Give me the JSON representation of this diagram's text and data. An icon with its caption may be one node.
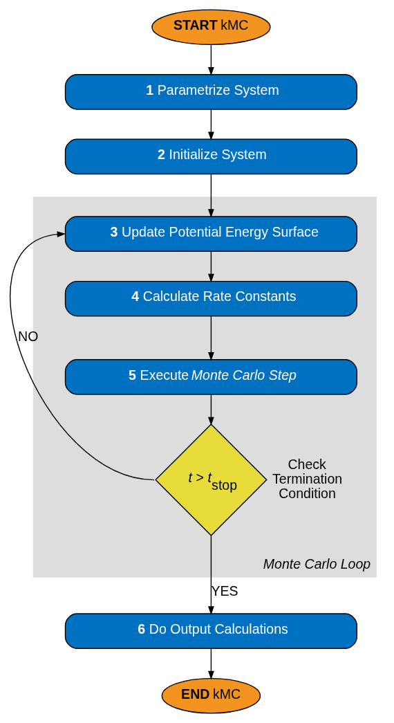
{
  "diagram": {
    "nodes": [
      {
        "text": [
          "**START** kMC"
        ]
      },
      {
        "text": [
          "**1** Parametrize System"
        ]
      },
      {
        "text": [
          "**2** Initialize System"
        ]
      },
      {
        "text": [
          "Monte Carlo Loop"
        ]
      },
      {
        "text": [
          "**3** Update Potential Energy Surface"
        ],
        "in": 3
      },
      {
        "text": [
          "**4** Calculate Rate Constants"
        ],
        "in": 3
      },
      {
        "text": [
          "**5** Execute *Monte Carlo Step*"
        ],
        "in": 3
      },
      {
        "text": [
          "*t* > *t*$_{stop}$"
        ],
        "in": 3,
        "beside": [
          "Check Termination Condition"
        ]
      },
      {
        "text": [
          "**6** Do Output Calculations"
        ]
      },
      {
        "text": [
          "**END** kMC"
        ]
      }
    ],
    "edges": [
      {
        "from": 0,
        "to": 1,
        "arrow": "to"
      },
      {
        "from": 1,
        "to": 2,
        "arrow": "to"
      },
      {
        "from": 2,
        "to": 4,
        "arrow": "to"
      },
      {
        "from": 4,
        "to": 5,
        "arrow": "to"
      },
      {
        "from": 5,
        "to": 6,
        "arrow": "to"
      },
      {
        "from": 6,
        "to": 7,
        "arrow": "to"
      },
      {
        "from": 7,
        "to": 4,
        "arrow": "to",
        "label": "NO"
      },
      {
        "from": 7,
        "to": 8,
        "arrow": "to",
        "label": "YES"
      },
      {
        "from": 8,
        "to": 9,
        "arrow": "to"
      }
    ]
  }
}
